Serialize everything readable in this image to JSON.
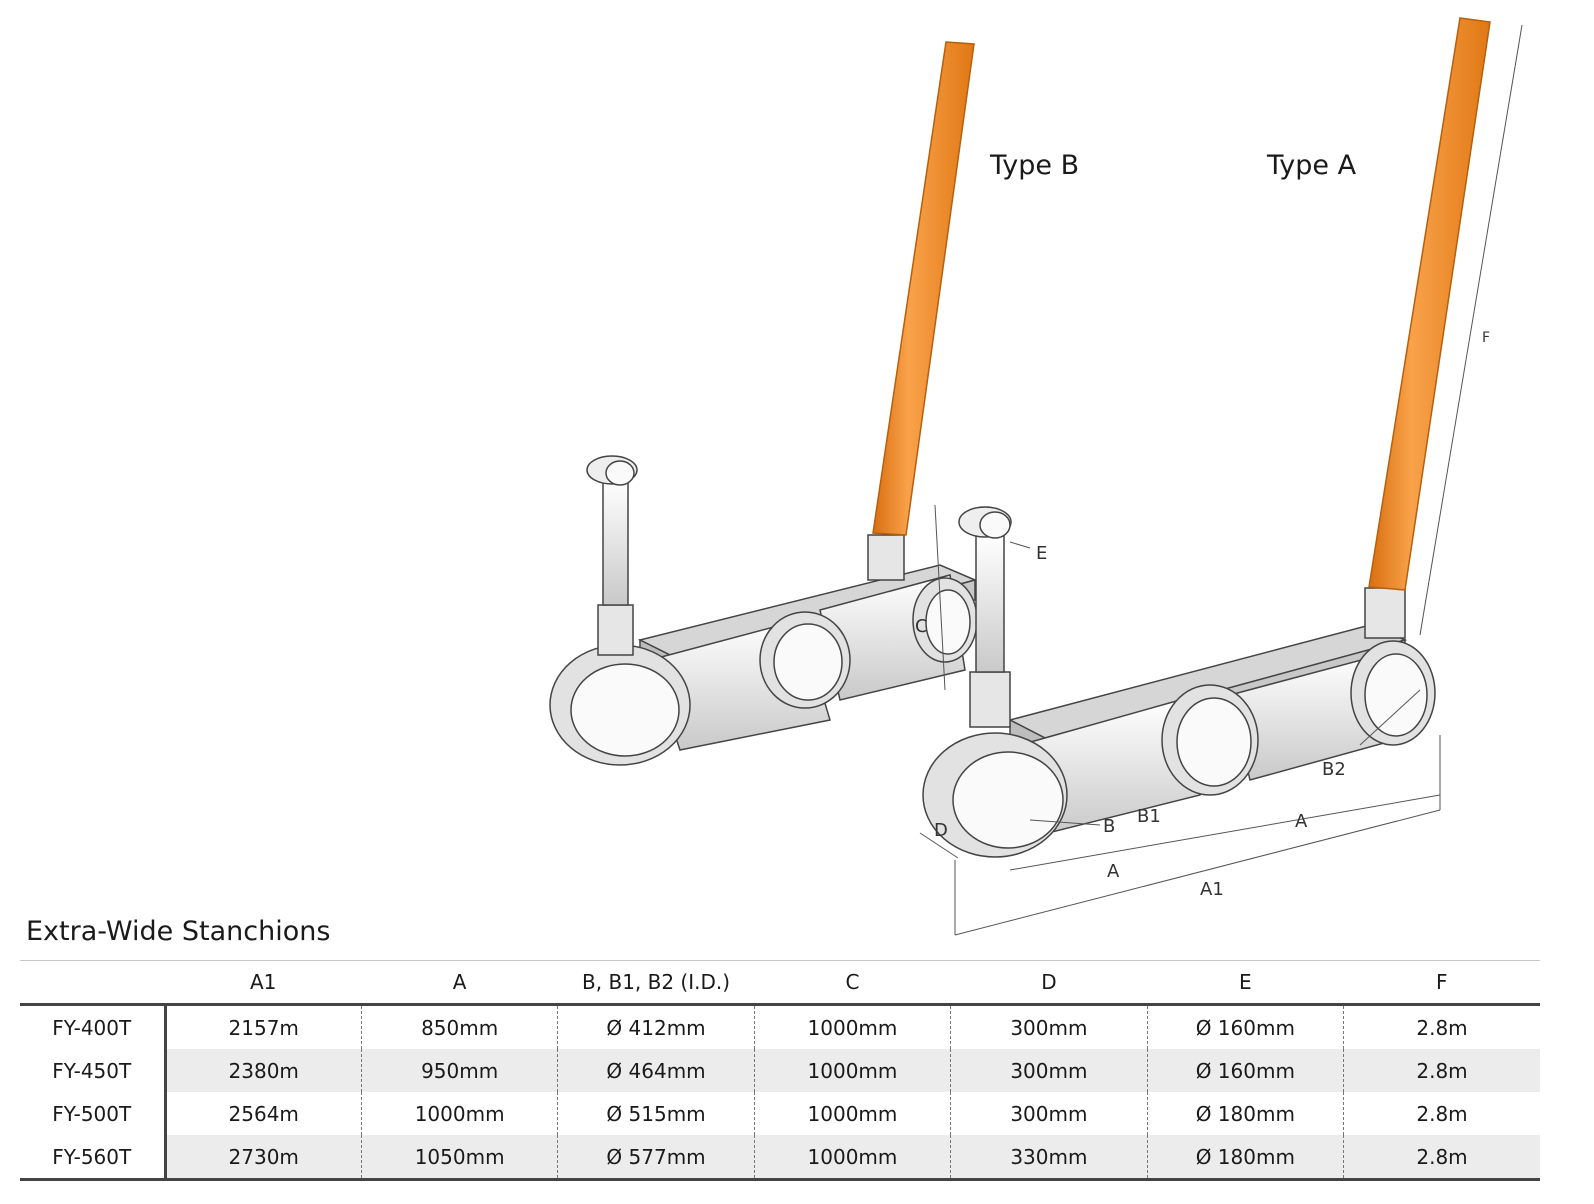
{
  "illustration": {
    "type_b_label": "Type B",
    "type_a_label": "Type A",
    "dim_labels": {
      "a1": "A1",
      "a": "A",
      "b": "B",
      "b1": "B1",
      "b2": "B2",
      "c": "C",
      "d": "D",
      "e": "E",
      "f": "F"
    },
    "colors": {
      "pole": "#f58a1f",
      "pole_edge": "#c4650c",
      "steel": "#e4e4e4",
      "steel_dark": "#9a9a9a",
      "line": "#444444"
    }
  },
  "section_title": "Extra-Wide Stanchions",
  "table": {
    "headers": [
      "",
      "A1",
      "A",
      "B, B1, B2 (I.D.)",
      "C",
      "D",
      "E",
      "F"
    ],
    "rows": [
      [
        "FY-400T",
        "2157m",
        "850mm",
        "Ø 412mm",
        "1000mm",
        "300mm",
        "Ø 160mm",
        "2.8m"
      ],
      [
        "FY-450T",
        "2380m",
        "950mm",
        "Ø 464mm",
        "1000mm",
        "300mm",
        "Ø 160mm",
        "2.8m"
      ],
      [
        "FY-500T",
        "2564m",
        "1000mm",
        "Ø 515mm",
        "1000mm",
        "300mm",
        "Ø 180mm",
        "2.8m"
      ],
      [
        "FY-560T",
        "2730m",
        "1050mm",
        "Ø 577mm",
        "1000mm",
        "330mm",
        "Ø 180mm",
        "2.8m"
      ]
    ]
  }
}
